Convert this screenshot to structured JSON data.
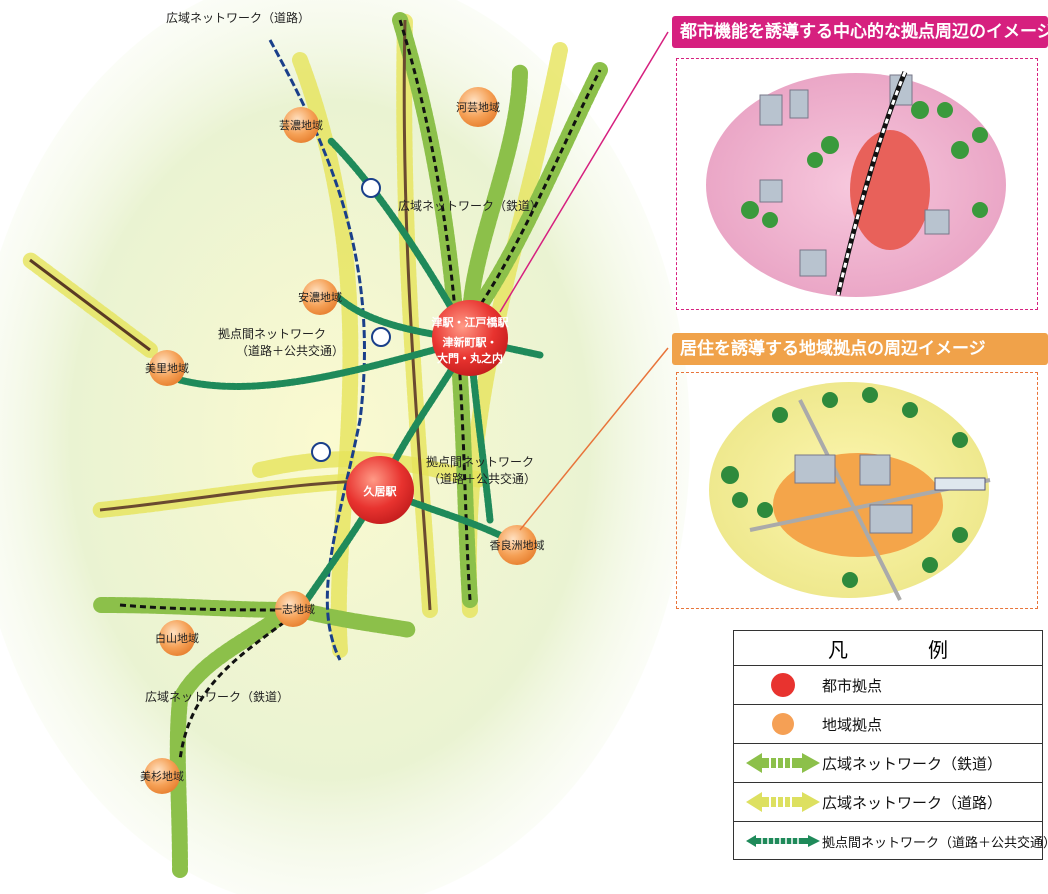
{
  "map": {
    "labels": {
      "road_network_top": "広域ネットワーク（道路）",
      "rail_network_mid": "広域ネットワーク（鉄道）",
      "rail_network_bottom": "広域ネットワーク（鉄道）",
      "hub_network_left_line1": "拠点間ネットワーク",
      "hub_network_left_line2": "（道路＋公共交通）",
      "hub_network_right_line1": "拠点間ネットワーク",
      "hub_network_right_line2": "（道路＋公共交通）"
    },
    "city_hubs": [
      {
        "name_line1": "津駅・江戸橋駅",
        "name_line2": "津新町駅・",
        "name_line3": "大門・丸之内"
      },
      {
        "name_line1": "久居駅"
      }
    ],
    "regional_hubs": [
      {
        "name": "芸濃地域"
      },
      {
        "name": "河芸地域"
      },
      {
        "name": "安濃地域"
      },
      {
        "name": "美里地域"
      },
      {
        "name": "香良洲地域"
      },
      {
        "name": "一志地域"
      },
      {
        "name": "白山地域"
      },
      {
        "name": "美杉地域"
      }
    ]
  },
  "panels": {
    "central_hub_title": "都市機能を誘導する中心的な拠点周辺のイメージ",
    "regional_hub_title": "居住を誘導する地域拠点の周辺イメージ"
  },
  "legend": {
    "title": "凡　例",
    "items": [
      {
        "label": "都市拠点",
        "icon": "red-circle"
      },
      {
        "label": "地域拠点",
        "icon": "orange-circle"
      },
      {
        "label": "広域ネットワーク（鉄道）",
        "icon": "green-arrow"
      },
      {
        "label": "広域ネットワーク（道路）",
        "icon": "yellow-arrow"
      },
      {
        "label": "拠点間ネットワーク（道路＋公共交通）",
        "icon": "dark-green-arrow"
      }
    ]
  },
  "colors": {
    "city_hub": "#e8332f",
    "regional_hub": "#f5a055",
    "rail_network": "#8cc04a",
    "road_network": "#dde060",
    "hub_network": "#1f8a5a",
    "pink_accent": "#d6207f",
    "orange_accent": "#f0a24a"
  }
}
